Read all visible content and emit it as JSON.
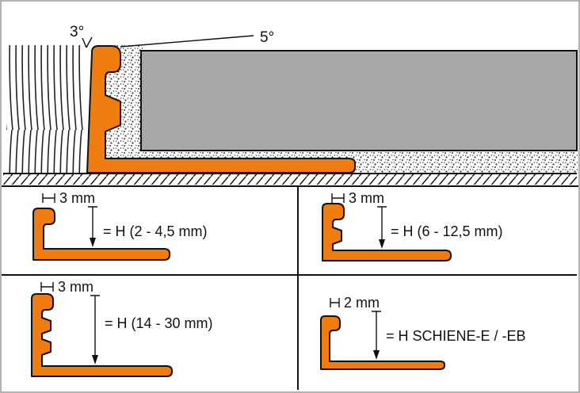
{
  "top_diagram": {
    "wall_tilt_angle": "3°",
    "surface_slope_angle": "5°"
  },
  "variants": [
    {
      "width_label": "3 mm",
      "height_label": "= H (2 - 4,5 mm)"
    },
    {
      "width_label": "3 mm",
      "height_label": "= H (6 - 12,5 mm)"
    },
    {
      "width_label": "3 mm",
      "height_label": "= H (14 - 30 mm)"
    },
    {
      "width_label": "2 mm",
      "height_label": "= H  SCHIENE-E / -EB"
    }
  ],
  "colors": {
    "profile_orange": "#ee7c0e",
    "tile_gray": "#a8a8a8"
  }
}
